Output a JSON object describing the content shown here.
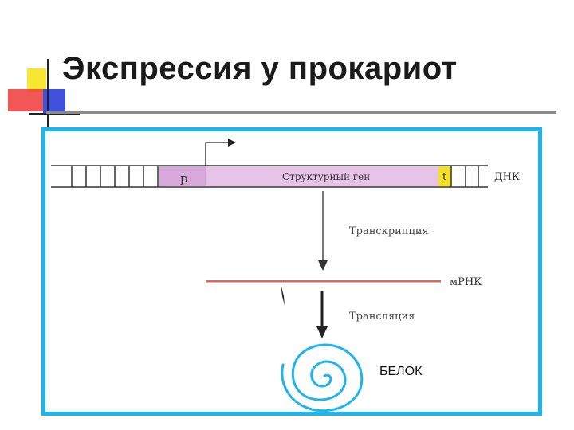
{
  "title": "Экспрессия у прокариот",
  "colors": {
    "frame": "#1fb4ea",
    "gene_fill": "#e7c3e7",
    "promoter_fill": "#d7a8da",
    "terminator_fill": "#f3e02b",
    "mrna_line": "#e0503c",
    "protein": "#1fb4ea",
    "deco_yellow": "#f7e733",
    "deco_red": "#f03a3a",
    "deco_blue": "#2b3fd8"
  },
  "diagram": {
    "promoter_label": "p",
    "gene_label": "Структурный ген",
    "terminator_label": "t",
    "dna_label": "ДНК",
    "transcription_label": "Транскрипция",
    "mrna_label": "мРНК",
    "translation_label": "Трансляция",
    "protein_label": "БЕЛОК"
  }
}
